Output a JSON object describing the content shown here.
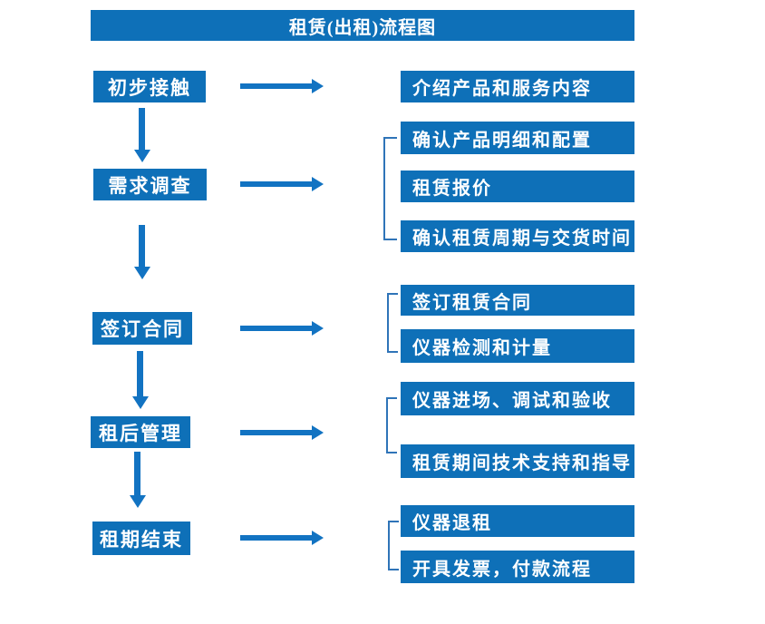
{
  "title": "租赁(出租)流程图",
  "stages": [
    {
      "label": "初步接触",
      "details": [
        "介绍产品和服务内容"
      ]
    },
    {
      "label": "需求调查",
      "details": [
        "确认产品明细和配置",
        "租赁报价",
        "确认租赁周期与交货时间"
      ]
    },
    {
      "label": "签订合同",
      "details": [
        "签订租赁合同",
        "仪器检测和计量"
      ]
    },
    {
      "label": "租后管理",
      "details": [
        "仪器进场、调试和验收",
        "租赁期间技术支持和指导"
      ]
    },
    {
      "label": "租期结束",
      "details": [
        "仪器退租",
        "开具发票，付款流程"
      ]
    }
  ],
  "colors": {
    "box_blue": "#0e70b8",
    "arrow_blue": "#1273c2",
    "bracket_blue": "#2f74b8",
    "text_white": "#ffffff",
    "background": "#ffffff"
  }
}
